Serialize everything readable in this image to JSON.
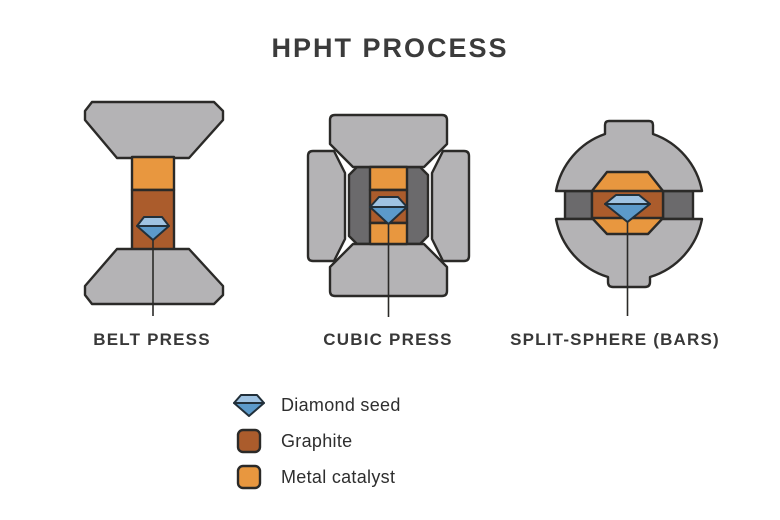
{
  "title": "HPHT PROCESS",
  "presses": [
    {
      "id": "belt",
      "label": "BELT PRESS"
    },
    {
      "id": "cubic",
      "label": "CUBIC PRESS"
    },
    {
      "id": "split",
      "label": "SPLIT-SPHERE (BARS)"
    }
  ],
  "legend": {
    "items": [
      {
        "icon": "diamond-seed-icon",
        "label": "Diamond seed"
      },
      {
        "icon": "graphite-swatch",
        "label": "Graphite"
      },
      {
        "icon": "metal-catalyst-swatch",
        "label": "Metal catalyst"
      }
    ]
  },
  "colors": {
    "background": "#ffffff",
    "anvil_gray": "#b4b3b5",
    "dark_gray": "#6b6a6c",
    "graphite": "#ab5c2c",
    "metal_catalyst": "#e8973f",
    "diamond_light": "#9fc3e2",
    "diamond_blue": "#5c9aca",
    "outline": "#2b2a28",
    "text": "#3b3b3b"
  }
}
